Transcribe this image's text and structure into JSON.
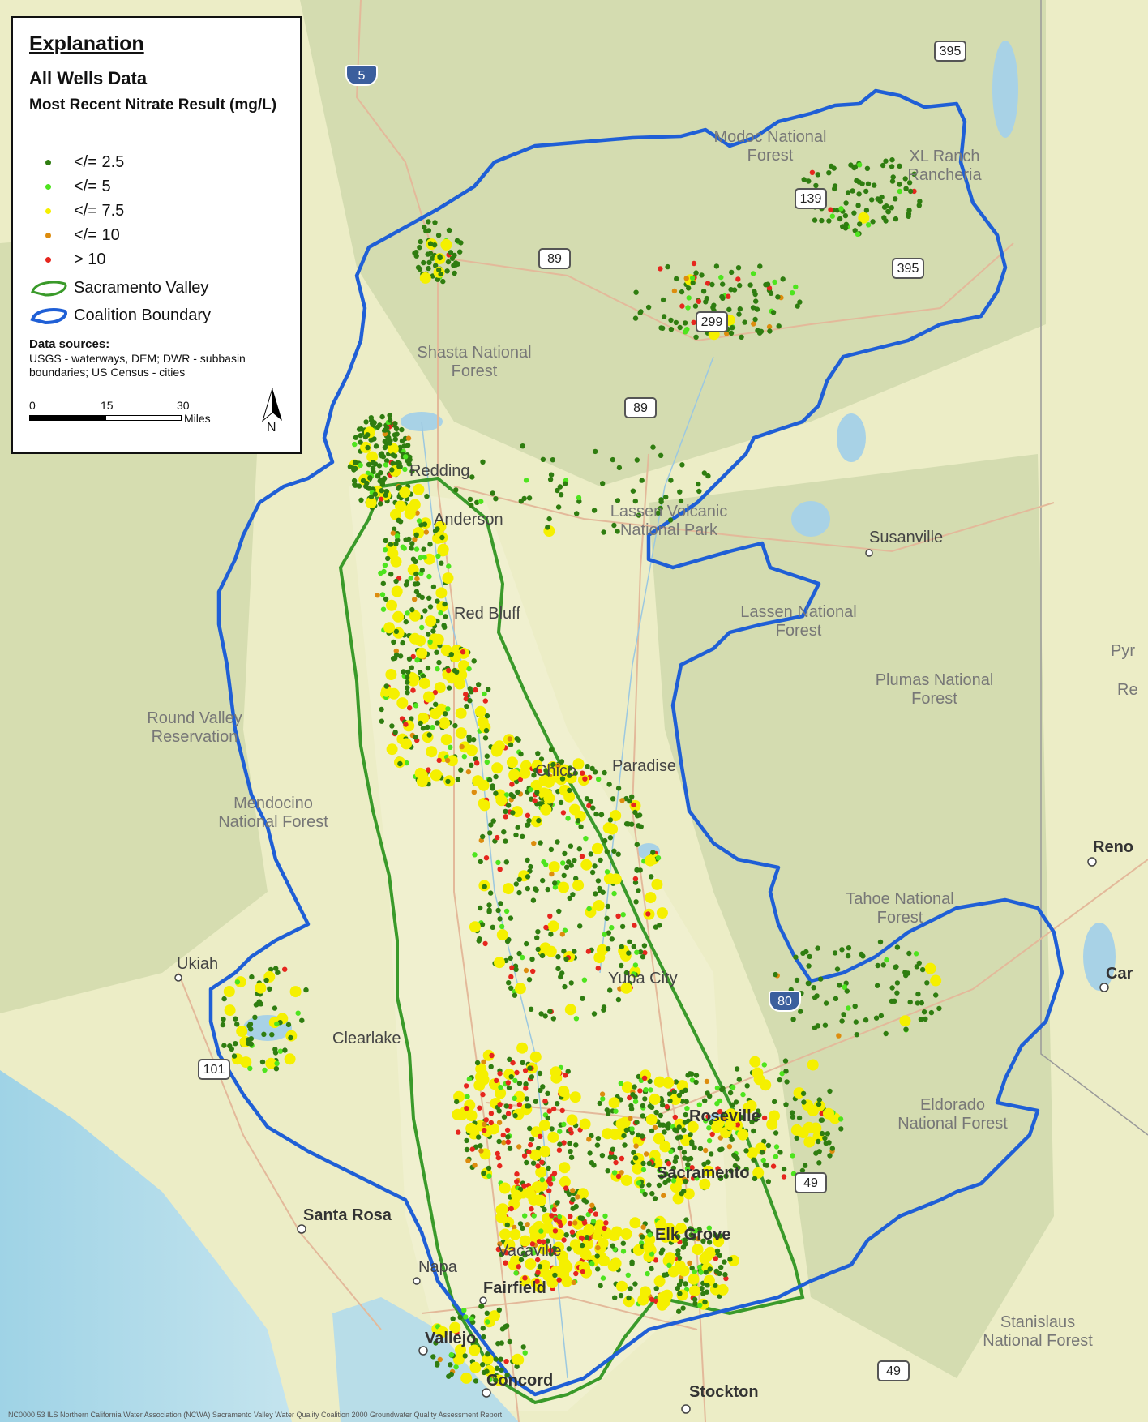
{
  "legend": {
    "title": "Explanation",
    "subtitle": "All Wells Data",
    "heading": "Most Recent Nitrate Result (mg/L)",
    "items": [
      {
        "label": "</= 2.5",
        "color": "#2f7d10"
      },
      {
        "label": "</= 5",
        "color": "#4ee41e"
      },
      {
        "label": "</= 7.5",
        "color": "#f5f000"
      },
      {
        "label": "</= 10",
        "color": "#dd8c0e"
      },
      {
        "label": "> 10",
        "color": "#e6261e"
      }
    ],
    "valley_label": "Sacramento Valley",
    "valley_color": "#3a9a2a",
    "boundary_label": "Coalition Boundary",
    "boundary_color": "#1f5fd6",
    "sources_heading": "Data sources:",
    "sources_text": "USGS - waterways, DEM; DWR - subbasin boundaries; US Census - cities",
    "scale": {
      "ticks": [
        "0",
        "15",
        "30"
      ],
      "unit": "Miles"
    },
    "north": "N"
  },
  "places": {
    "modoc": "Modoc National Forest",
    "xl_ranch": "XL Ranch Rancheria",
    "shasta_nf": "Shasta National Forest",
    "redding": "Redding",
    "anderson": "Anderson",
    "lassen_vnp": "Lassen Volcanic National Park",
    "susanville": "Susanville",
    "lassen_nf": "Lassen National Forest",
    "red_bluff": "Red Bluff",
    "plumas": "Plumas National Forest",
    "round_valley": "Round Valley Reservation",
    "chico": "Chico",
    "paradise": "Paradise",
    "mendocino": "Mendocino National Forest",
    "reno": "Reno",
    "tahoe": "Tahoe National Forest",
    "ukiah": "Ukiah",
    "carson": "Car",
    "yuba": "Yuba City",
    "clearlake": "Clearlake",
    "roseville": "Roseville",
    "eldorado": "Eldorado National Forest",
    "sacramento": "Sacramento",
    "santa_rosa": "Santa Rosa",
    "elk_grove": "Elk Grove",
    "napa": "Napa",
    "vacaville": "Vacaville",
    "fairfield": "Fairfield",
    "stanislaus": "Stanislaus National Forest",
    "vallejo": "Vallejo",
    "concord": "Concord",
    "stockton": "Stockton",
    "pyr": "Pyr",
    "re": "Re"
  },
  "highways": {
    "i5": "5",
    "us395": "395",
    "us89a": "89",
    "us89b": "89",
    "ca299": "299",
    "us139": "139",
    "us395b": "395",
    "i80": "80",
    "us101": "101",
    "ca49a": "49",
    "ca49b": "49"
  },
  "footer": "NC0000 53 ILS Northern California Water Association (NCWA) Sacramento Valley Water Quality Coalition 2000 Groundwater Quality Assessment Report"
}
